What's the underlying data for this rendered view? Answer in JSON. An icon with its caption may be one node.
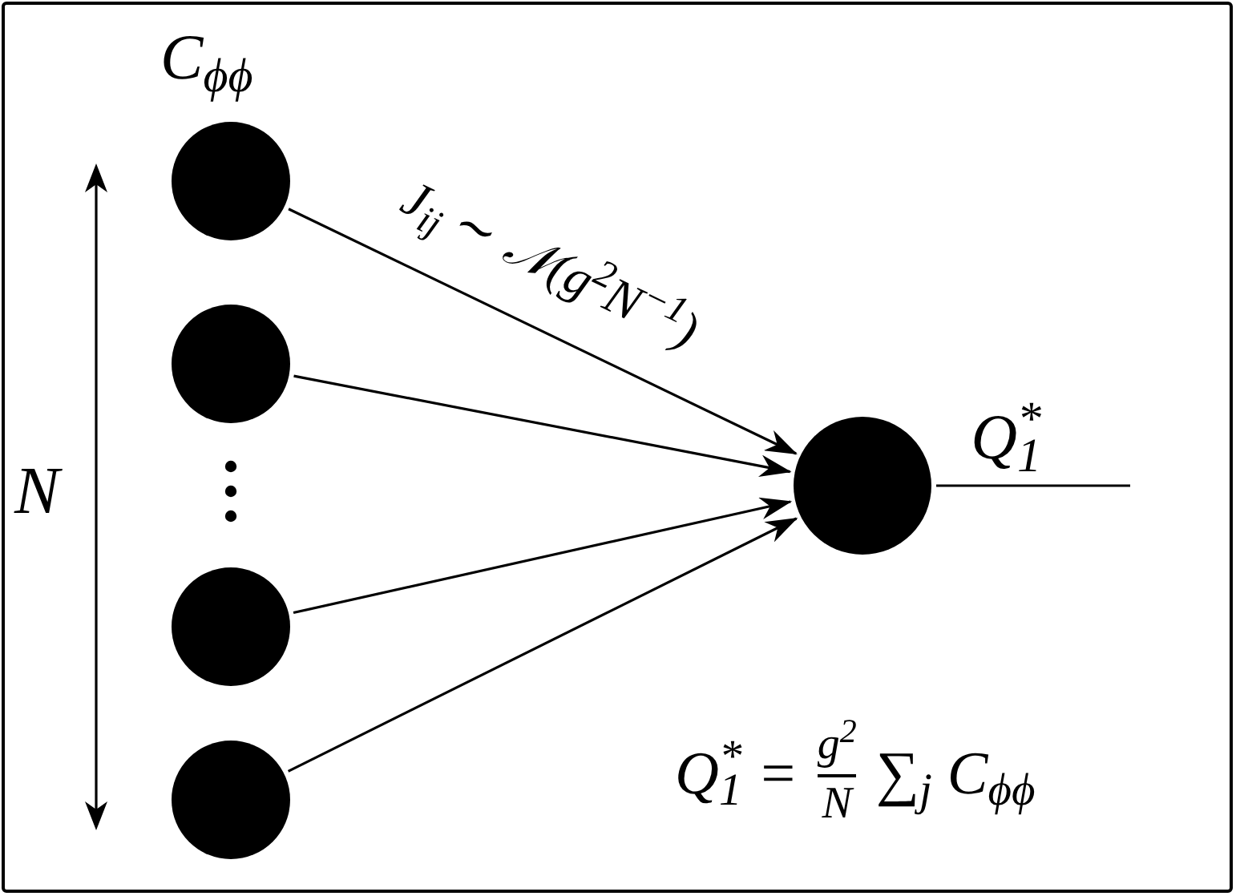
{
  "diagram": {
    "nodes": [
      {
        "text": [],
        "shape": "circle",
        "beside": [
          "C$_{ϕϕ}$"
        ]
      },
      {
        "text": [],
        "shape": "circle"
      },
      {
        "text": [],
        "shape": "circle"
      },
      {
        "text": [],
        "shape": "circle"
      },
      {
        "text": [],
        "shape": "circle"
      }
    ],
    "edges": [
      {
        "from": 0,
        "to": 4,
        "arrow": "to",
        "label": "J$_{ij}$ ∼ 𝒩(g$^{2}$N$^{−1}$)"
      },
      {
        "from": 1,
        "to": 4,
        "arrow": "to"
      },
      {
        "from": 2,
        "to": 4,
        "arrow": "to"
      },
      {
        "from": 3,
        "to": 4,
        "arrow": "to"
      },
      {
        "from": 4,
        "to": null,
        "arrow": "none",
        "label": "Q$^{*}$$_{1}$"
      }
    ],
    "labels": [
      "N",
      "Q$^{*}$$_{1}$ =",
      "g$^{2}$",
      "N",
      "∑$_{j}$ C$_{ϕϕ}$"
    ]
  }
}
